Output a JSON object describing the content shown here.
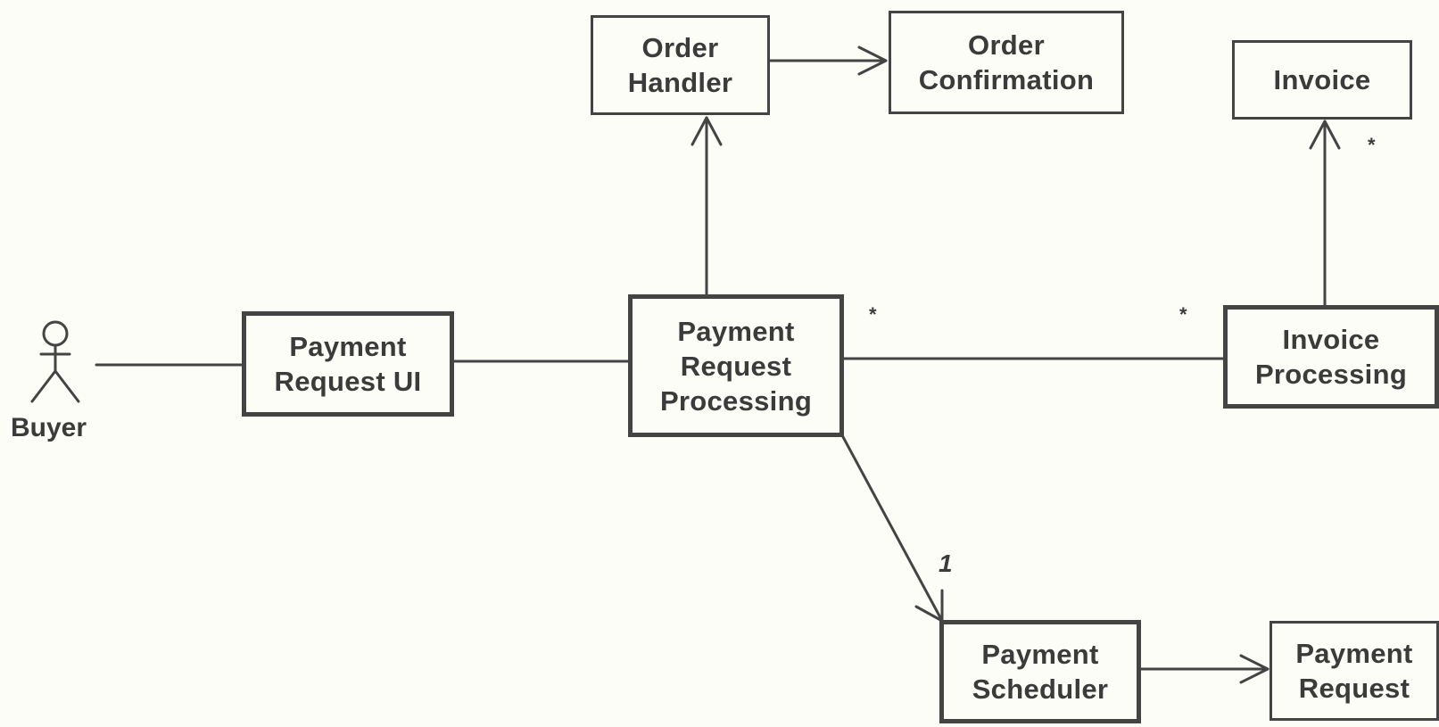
{
  "actor": {
    "label": "Buyer"
  },
  "nodes": {
    "order_handler": "Order\nHandler",
    "order_confirmation": "Order\nConfirmation",
    "invoice": "Invoice",
    "payment_request_ui": "Payment\nRequest UI",
    "payment_request_processing": "Payment\nRequest\nProcessing",
    "invoice_processing": "Invoice\nProcessing",
    "payment_scheduler": "Payment\nScheduler",
    "payment_request": "Payment\nRequest"
  },
  "multiplicities": {
    "prp_to_invoice_processing_near": "*",
    "prp_to_invoice_processing_far": "*",
    "invoice_processing_to_invoice": "*",
    "prp_to_payment_scheduler": "1"
  }
}
